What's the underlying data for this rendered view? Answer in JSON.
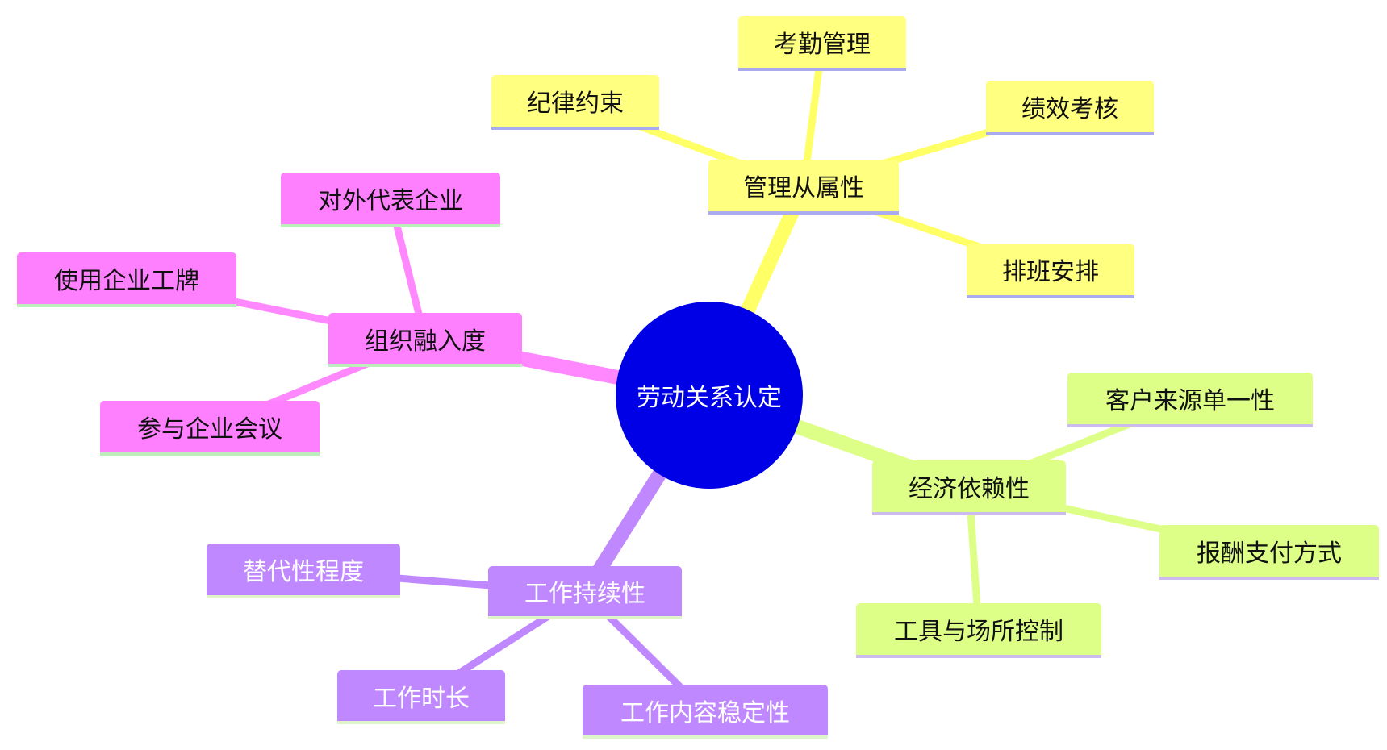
{
  "root": {
    "label": "劳动关系认定",
    "color": "#0000e6",
    "text_color": "#ffffff"
  },
  "branches": [
    {
      "id": "management",
      "label": "管理从属性",
      "color": "#ffff80",
      "line_color": "#ffff66",
      "underline_color": "#aaaaee",
      "text_color": "#111111",
      "children": [
        "纪律约束",
        "考勤管理",
        "绩效考核",
        "排班安排"
      ]
    },
    {
      "id": "organization",
      "label": "组织融入度",
      "color": "#ff80ff",
      "line_color": "#ff88ff",
      "underline_color": "#bbeebb",
      "text_color": "#111111",
      "children": [
        "对外代表企业",
        "使用企业工牌",
        "参与企业会议"
      ]
    },
    {
      "id": "economic",
      "label": "经济依赖性",
      "color": "#ddff88",
      "line_color": "#ddff88",
      "underline_color": "#ccbbee",
      "text_color": "#111111",
      "children": [
        "客户来源单一性",
        "报酬支付方式",
        "工具与场所控制"
      ]
    },
    {
      "id": "continuity",
      "label": "工作持续性",
      "color": "#c088ff",
      "line_color": "#c088ff",
      "underline_color": "#ddf5c8",
      "text_color": "#ffffff",
      "children": [
        "替代性程度",
        "工作时长",
        "工作内容稳定性"
      ]
    }
  ]
}
